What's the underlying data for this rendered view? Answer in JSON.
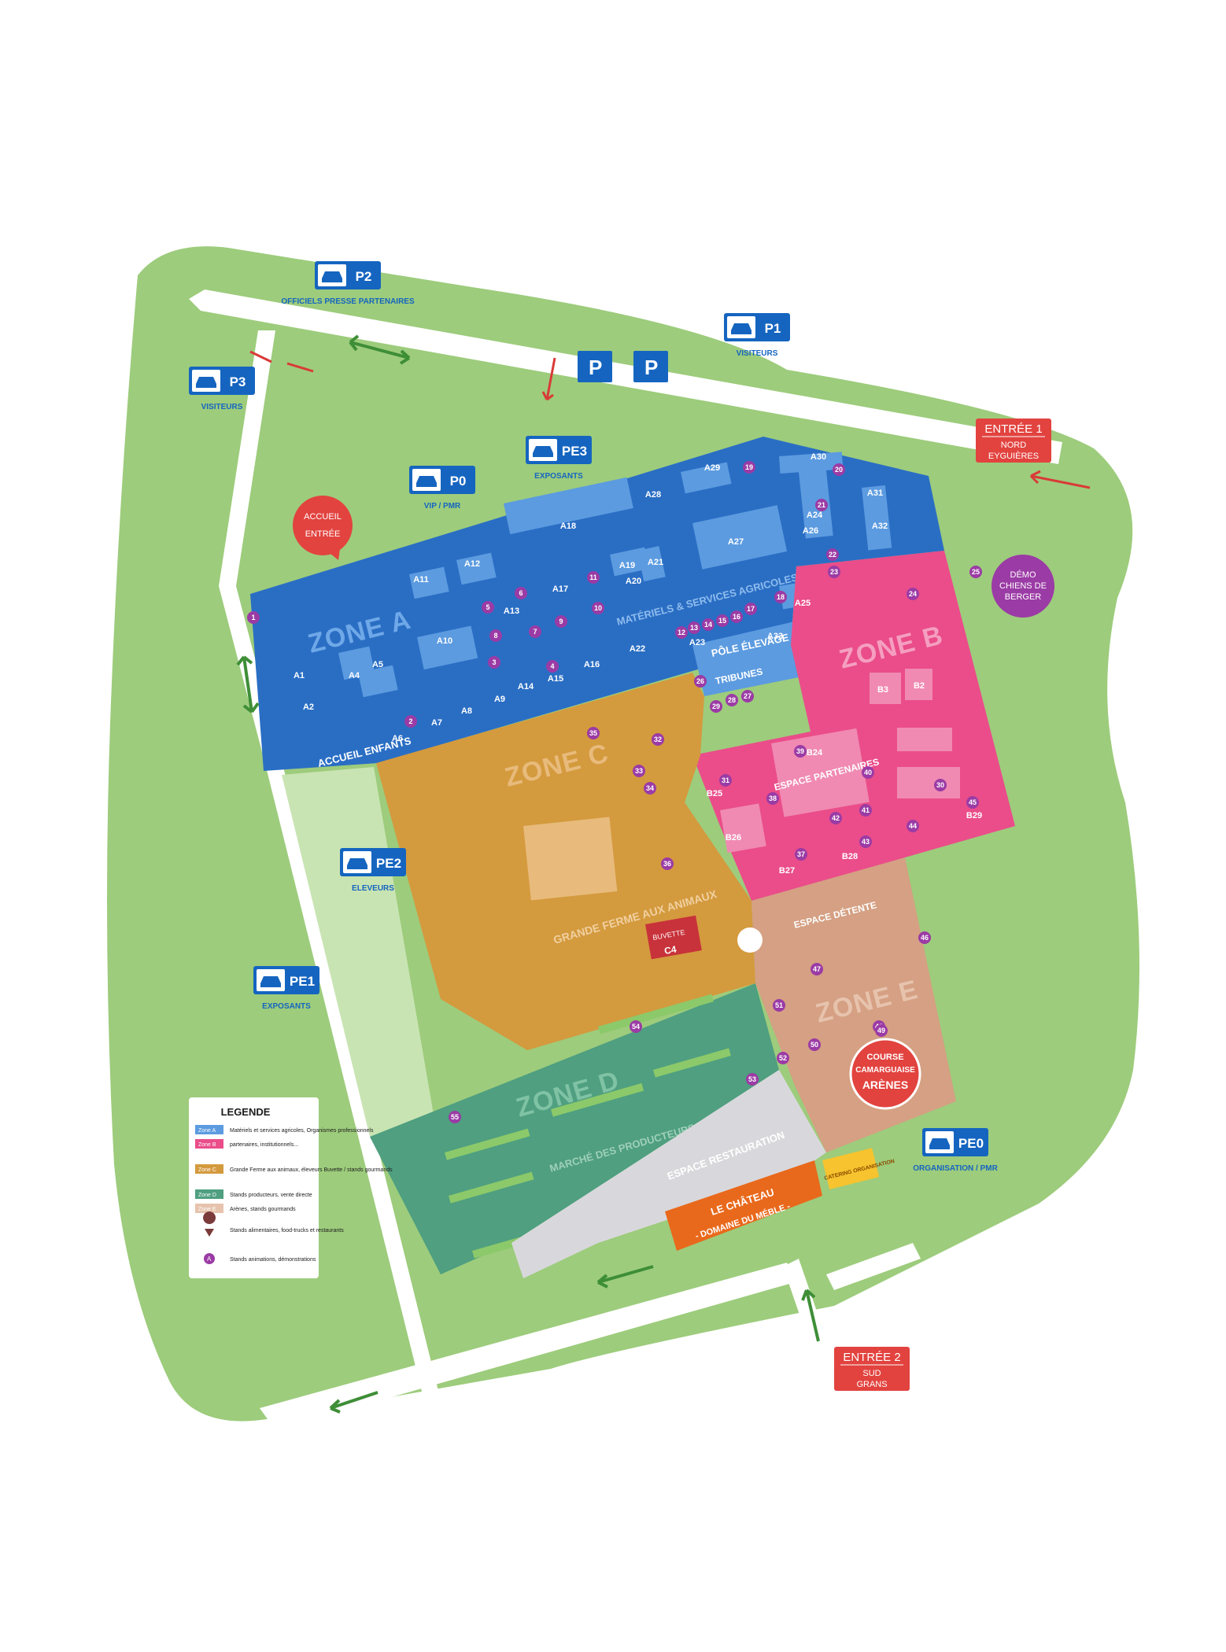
{
  "colors": {
    "grass": "#9dcc7c",
    "grass_light": "#c9e4b3",
    "road": "#ffffff",
    "zone_a": "#2a6ec4",
    "zone_a_stand": "#5c9be0",
    "zone_b": "#ea4d8a",
    "zone_b_stand": "#f08ab2",
    "zone_c": "#d49a3e",
    "zone_c_stand": "#e8bb7c",
    "zone_d": "#4f9f80",
    "zone_d_stand": "#8cc96a",
    "zone_e": "#d5a083",
    "zone_e_stand": "#e7c3ad",
    "restauration": "#d8d8dc",
    "chateau": "#e9691c",
    "purple": "#9b3ba5",
    "red": "#e2433f",
    "parking": "#1565c0"
  },
  "parkings": [
    {
      "id": "P2",
      "sub": "OFFICIELS PRESSE PARTENAIRES"
    },
    {
      "id": "P1",
      "sub": "VISITEURS"
    },
    {
      "id": "P3",
      "sub": "VISITEURS"
    },
    {
      "id": "PE3",
      "sub": "EXPOSANTS"
    },
    {
      "id": "P0",
      "sub": "VIP / PMR"
    },
    {
      "id": "PE2",
      "sub": "ELEVEURS"
    },
    {
      "id": "PE1",
      "sub": "EXPOSANTS"
    },
    {
      "id": "PE0",
      "sub": "ORGANISATION / PMR"
    }
  ],
  "entrances": [
    {
      "title": "ENTRÉE 1",
      "line1": "NORD",
      "line2": "EYGUIÈRES"
    },
    {
      "title": "ENTRÉE 2",
      "line1": "SUD",
      "line2": "GRANS"
    }
  ],
  "accueil": {
    "line1": "ACCUEIL",
    "line2": "ENTRÉE"
  },
  "demo": {
    "line1": "DÉMO",
    "line2": "CHIENS DE",
    "line3": "BERGER"
  },
  "zones": {
    "a": "ZONE A",
    "b": "ZONE B",
    "c": "ZONE C",
    "d": "ZONE D",
    "e": "ZONE E"
  },
  "areas": {
    "materiels": "MATÉRIELS & SERVICES AGRICOLES",
    "pole": "PÔLE ÉLEVAGE",
    "tribunes": "TRIBUNES",
    "grande_ferme": "GRANDE FERME AUX ANIMAUX",
    "espace_partenaires": "ESPACE PARTENAIRES",
    "espace_detente": "ESPACE DÉTENTE",
    "marche": "MARCHÉ DES PRODUCTEURS",
    "restauration": "ESPACE RESTAURATION",
    "chateau_1": "LE CHÂTEAU",
    "chateau_2": "- DOMAINE DU MÉBLE -",
    "accueil_enfants": "ACCUEIL ENFANTS",
    "course_1": "COURSE",
    "course_2": "CAMARGUAISE",
    "course_3": "ARÈNES",
    "catering": "CATERING ORGANISATION",
    "buvette": "BUVETTE",
    "c4": "C4"
  },
  "stands_a": [
    "A1",
    "A2",
    "A4",
    "A5",
    "A6",
    "A7",
    "A8",
    "A9",
    "A10",
    "A11",
    "A12",
    "A13",
    "A14",
    "A15",
    "A16",
    "A17",
    "A18",
    "A19",
    "A20",
    "A21",
    "A22",
    "A23",
    "A24",
    "A25",
    "A26",
    "A27",
    "A28",
    "A29",
    "A30",
    "A31",
    "A32",
    "A33"
  ],
  "stands_b": [
    "B2",
    "B3",
    "B24",
    "B25",
    "B26",
    "B27",
    "B28",
    "B29"
  ],
  "pins": [
    "1",
    "2",
    "3",
    "4",
    "5",
    "6",
    "7",
    "8",
    "9",
    "10",
    "11",
    "12",
    "13",
    "14",
    "15",
    "16",
    "17",
    "18",
    "19",
    "20",
    "21",
    "22",
    "23",
    "24",
    "25",
    "26",
    "27",
    "28",
    "29",
    "30",
    "31",
    "32",
    "33",
    "34",
    "35",
    "36",
    "37",
    "38",
    "39",
    "40",
    "41",
    "42",
    "43",
    "44",
    "45",
    "46",
    "47",
    "48",
    "49",
    "50",
    "51",
    "52",
    "53",
    "54",
    "55"
  ],
  "legend": {
    "title": "LEGENDE",
    "items": [
      {
        "key": "Zone A",
        "text": "Matériels et services agricoles, Organismes professionnels"
      },
      {
        "key": "Zone B",
        "text": "partenaires, institutionnels..."
      },
      {
        "key": "Zone C",
        "text": "Grande Ferme aux animaux, éleveurs Buvette / stands gourmands"
      },
      {
        "key": "Zone D",
        "text": "Stands producteurs, vente directe"
      },
      {
        "key": "Zone E",
        "text": "Arènes, stands gourmands"
      },
      {
        "key": "",
        "text": "Stands alimentaires, food-trucks et restaurants"
      },
      {
        "key": "A",
        "text": "Stands animations, démonstrations"
      }
    ]
  }
}
